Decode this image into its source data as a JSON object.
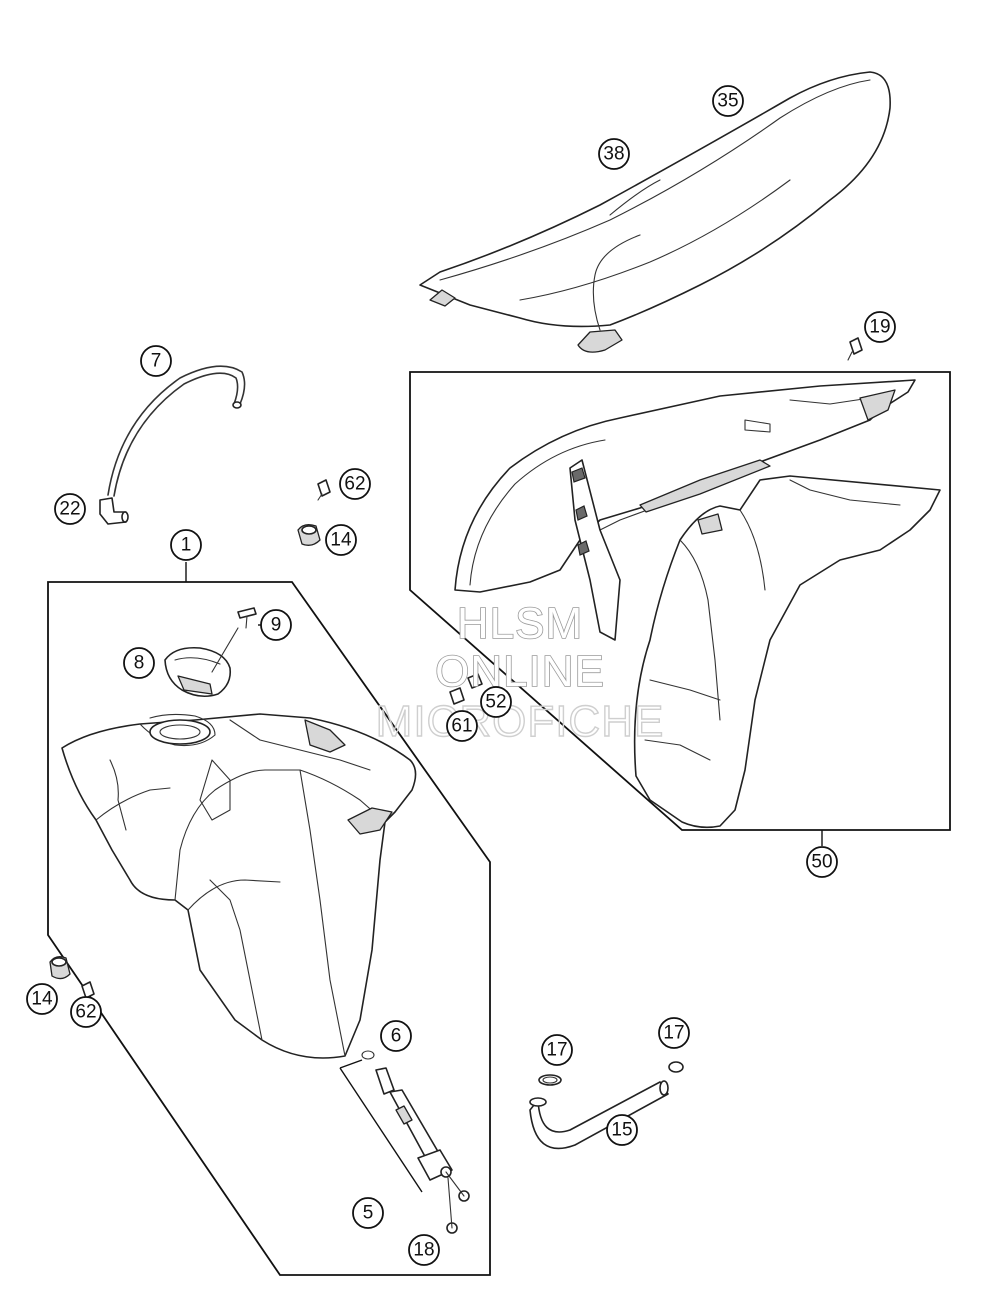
{
  "callouts": [
    {
      "id": "c1",
      "label": "1"
    },
    {
      "id": "c5",
      "label": "5"
    },
    {
      "id": "c6",
      "label": "6"
    },
    {
      "id": "c7",
      "label": "7"
    },
    {
      "id": "c8",
      "label": "8"
    },
    {
      "id": "c9",
      "label": "9"
    },
    {
      "id": "c14a",
      "label": "14"
    },
    {
      "id": "c14b",
      "label": "14"
    },
    {
      "id": "c15",
      "label": "15"
    },
    {
      "id": "c17a",
      "label": "17"
    },
    {
      "id": "c17b",
      "label": "17"
    },
    {
      "id": "c18",
      "label": "18"
    },
    {
      "id": "c19",
      "label": "19"
    },
    {
      "id": "c22",
      "label": "22"
    },
    {
      "id": "c35",
      "label": "35"
    },
    {
      "id": "c38",
      "label": "38"
    },
    {
      "id": "c50",
      "label": "50"
    },
    {
      "id": "c52",
      "label": "52"
    },
    {
      "id": "c61",
      "label": "61"
    },
    {
      "id": "c62a",
      "label": "62"
    },
    {
      "id": "c62b",
      "label": "62"
    }
  ],
  "watermark": {
    "line1": "HLSM",
    "line2": "ONLINE",
    "line3": "MICROFICHE"
  }
}
